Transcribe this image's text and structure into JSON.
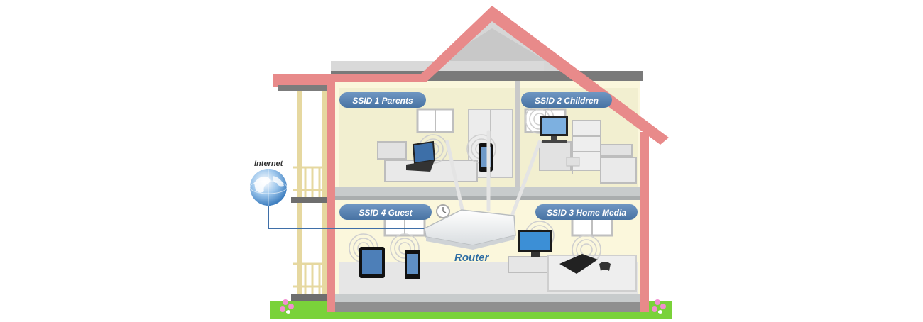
{
  "labels": {
    "internet": "Internet",
    "router": "Router",
    "ssid1": "SSID 1 Parents",
    "ssid2": "SSID 2 Children",
    "ssid3": "SSID 3 Home Media",
    "ssid4": "SSID 4 Guest"
  },
  "colors": {
    "roof": "#e88a8a",
    "wall_interior": "#fbf7dc",
    "floor": "#c7cbcc",
    "pill": "#5b84b1",
    "router_label": "#2e6da4",
    "grass": "#7ad23a"
  },
  "icons": [
    "globe-icon",
    "router-icon",
    "laptop-icon",
    "smartphone-icon",
    "monitor-icon",
    "tablet-icon",
    "tv-icon",
    "game-console-icon",
    "clock-icon",
    "flower-icon"
  ]
}
